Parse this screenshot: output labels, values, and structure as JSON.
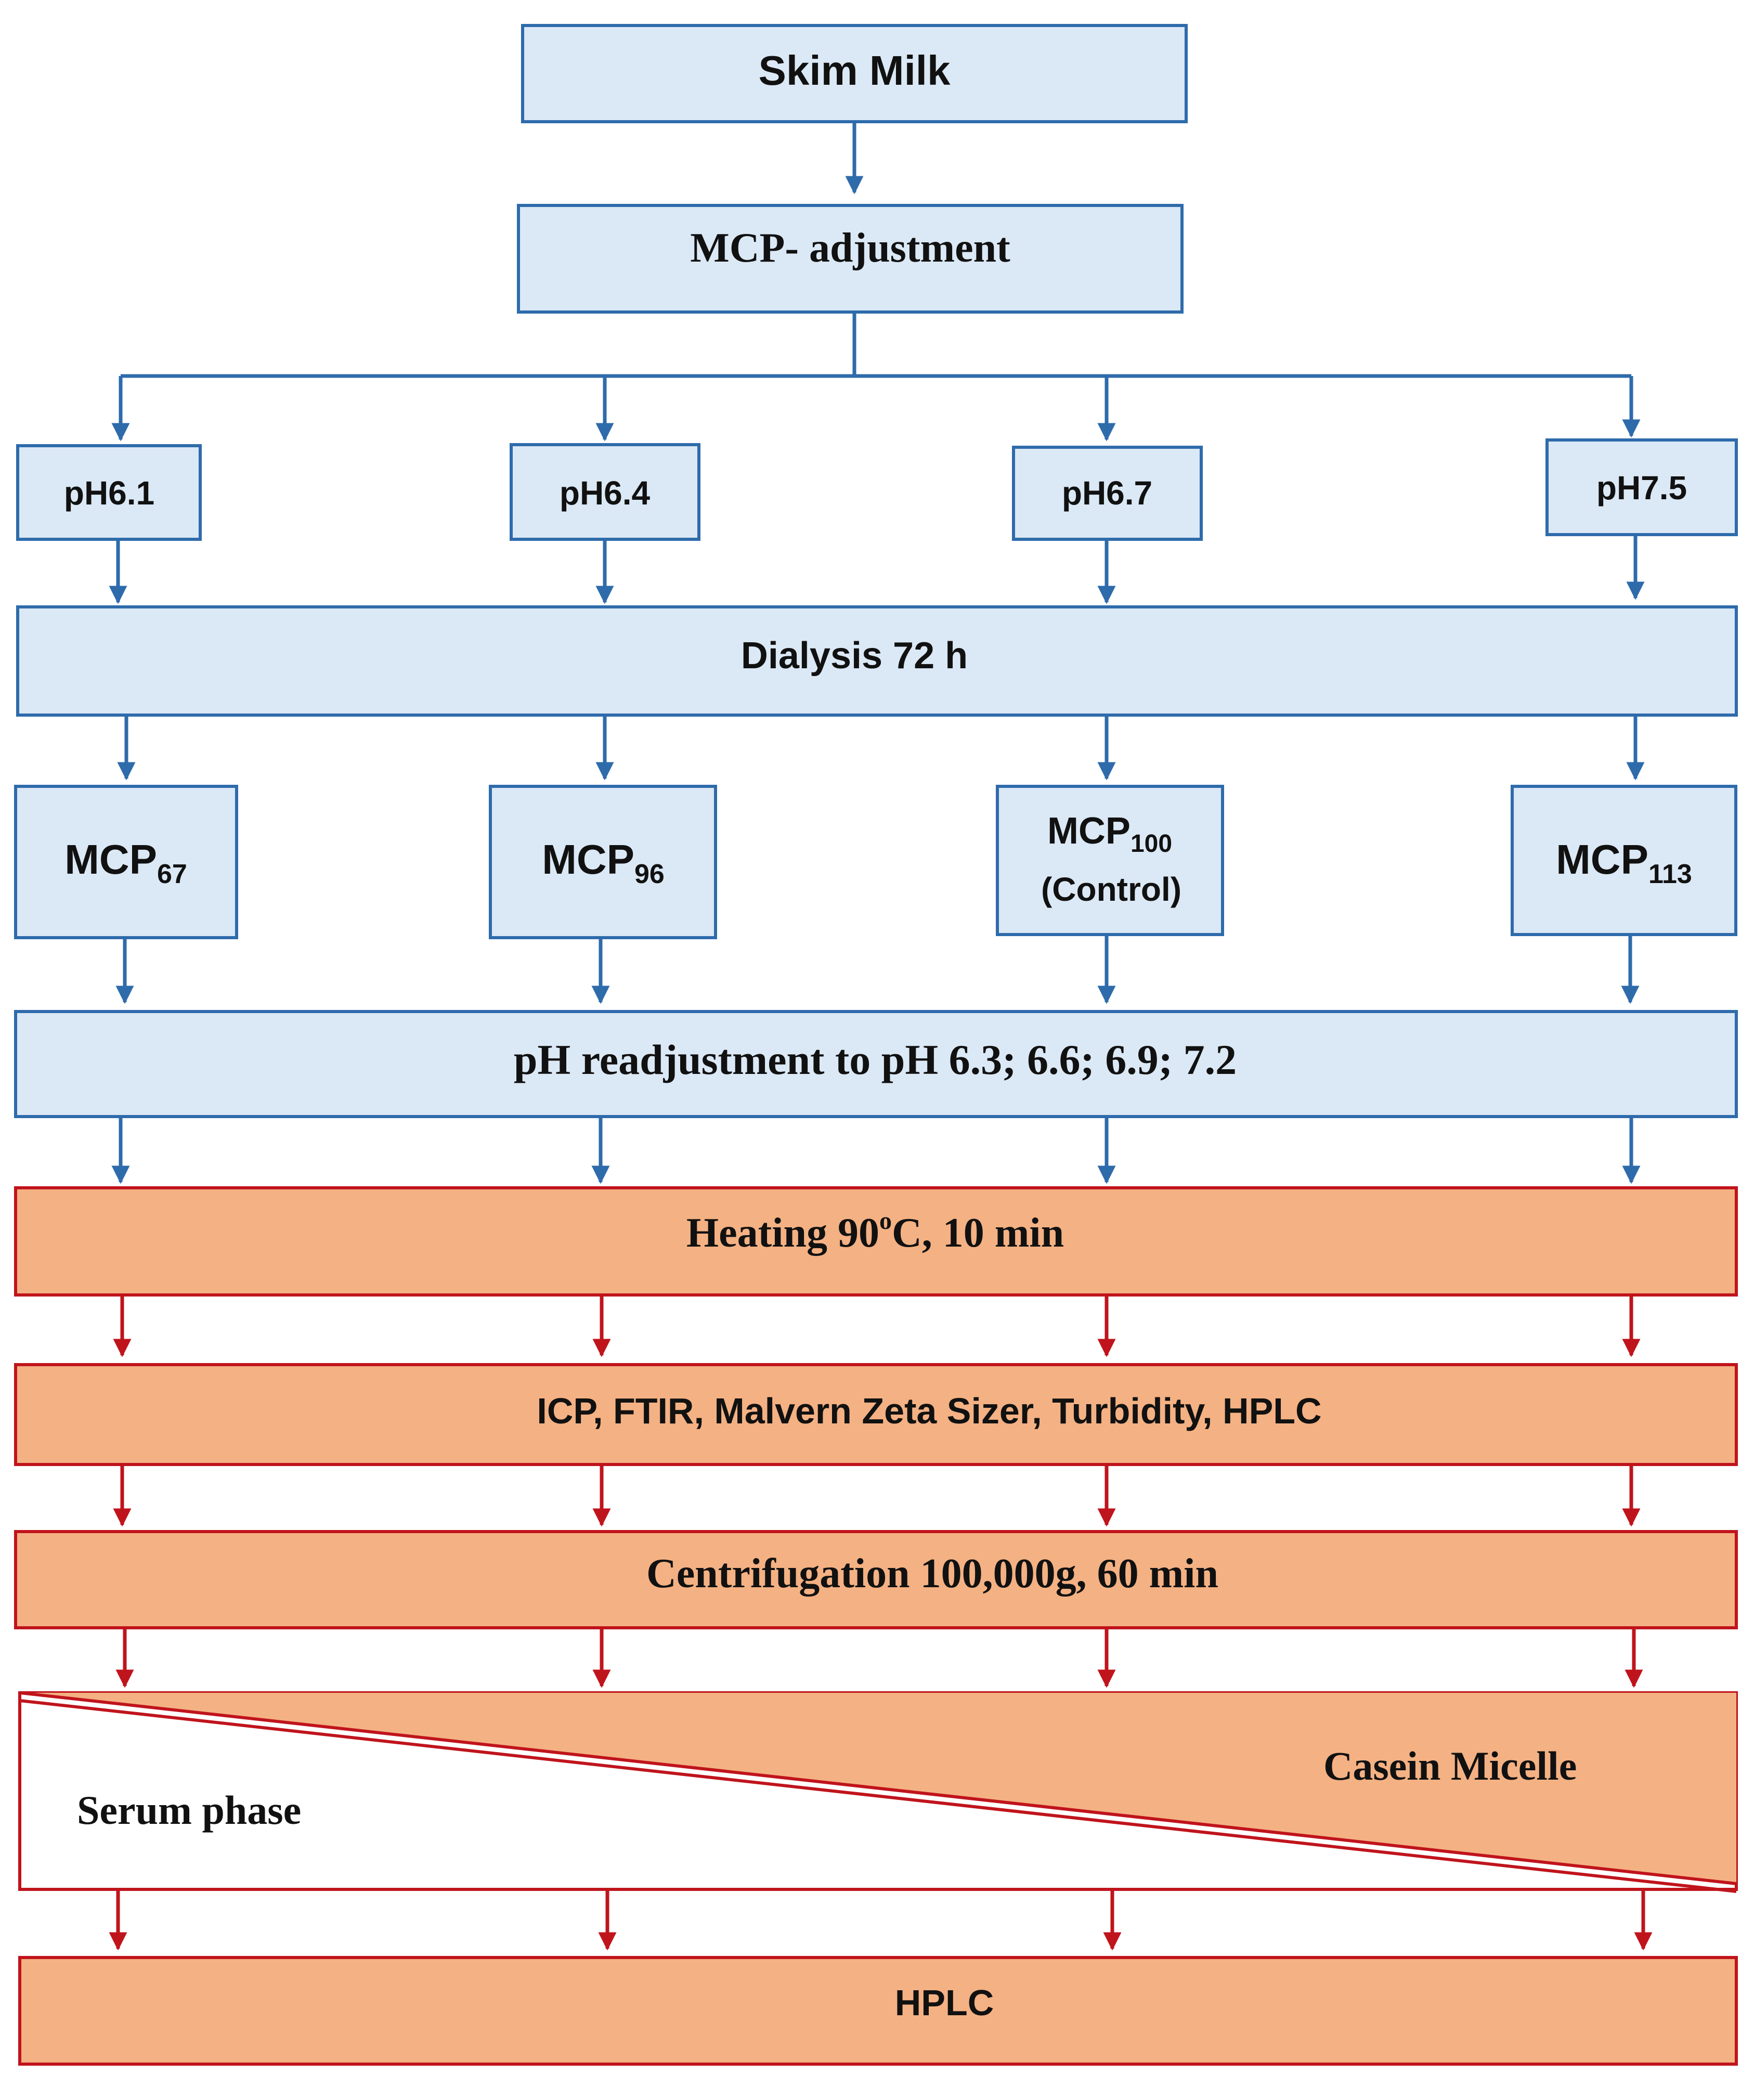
{
  "colors": {
    "blue_fill": "#dbe8f5",
    "blue_stroke": "#2e6bab",
    "orange_fill": "#f4b183",
    "red_stroke": "#c0141c"
  },
  "nodes": {
    "skim_milk": "Skim Milk",
    "mcp_adjustment": "MCP- adjustment",
    "ph_options": [
      "pH6.1",
      "pH6.4",
      "pH6.7",
      "pH7.5"
    ],
    "dialysis": "Dialysis 72 h",
    "mcp_levels": [
      {
        "base": "MCP",
        "sub": "67",
        "note": ""
      },
      {
        "base": "MCP",
        "sub": "96",
        "note": ""
      },
      {
        "base": "MCP",
        "sub": "100",
        "note": "(Control)"
      },
      {
        "base": "MCP",
        "sub": "113",
        "note": ""
      }
    ],
    "ph_readjustment": "pH readjustment to pH 6.3; 6.6; 6.9; 7.2",
    "heating": {
      "prefix": "Heating 90",
      "degree": "o",
      "suffix": "C, 10 min"
    },
    "analysis": "ICP, FTIR, Malvern Zeta Sizer, Turbidity, HPLC",
    "centrifugation": "Centrifugation 100,000g, 60 min",
    "serum_phase": "Serum phase",
    "casein_micelle": "Casein Micelle",
    "hplc": "HPLC"
  }
}
